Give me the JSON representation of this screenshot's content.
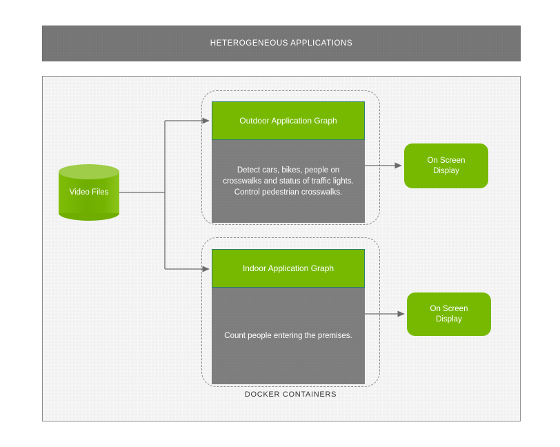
{
  "header": {
    "title": "HETEROGENEOUS APPLICATIONS"
  },
  "source": {
    "label": "Video Files",
    "shape": "cylinder-icon"
  },
  "docker": {
    "label": "DOCKER CONTAINERS"
  },
  "applications": [
    {
      "id": "outdoor",
      "header_label": "Outdoor Application Graph",
      "body_text": "Detect cars, bikes, people on\ncrosswalks and status of traffic lights.\nControl pedestrian crosswalks.",
      "output_label": "On Screen\nDisplay"
    },
    {
      "id": "indoor",
      "header_label": "Indoor Application Graph",
      "body_text": "Count people entering the premises.",
      "output_label": "On Screen\nDisplay"
    }
  ],
  "colors": {
    "green": "#76b900",
    "green_light": "#9fcd49",
    "gray_body": "#7d7d7d",
    "gray_header": "#757575",
    "panel_bg": "#f2f2f2",
    "connector": "#6b6b6b",
    "header_border": "#2c7a6a",
    "dashed_border": "#8a8a8a"
  }
}
